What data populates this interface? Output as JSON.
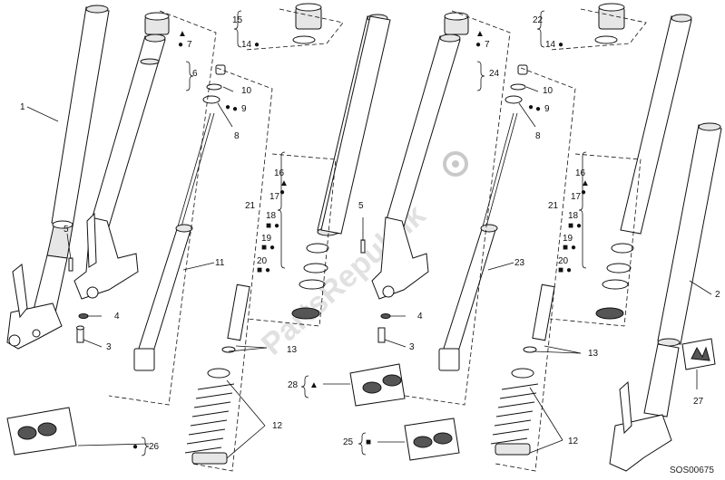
{
  "drawing_code": "SOS00675",
  "watermark": "PartsRepublik",
  "callouts": {
    "c1": "1",
    "c2": "2",
    "c3a": "3",
    "c3b": "3",
    "c4a": "4",
    "c4b": "4",
    "c5a": "5",
    "c5b": "5",
    "c6": "6",
    "c7a": "7",
    "c7b": "7",
    "c8a": "8",
    "c8b": "8",
    "c9a": "9",
    "c9b": "9",
    "c10a": "10",
    "c10b": "10",
    "c11": "11",
    "c12a": "12",
    "c12b": "12",
    "c13a": "13",
    "c13b": "13",
    "c14a": "14",
    "c14b": "14",
    "c15": "15",
    "c16a": "16",
    "c16b": "16",
    "c17a": "17",
    "c17b": "17",
    "c18a": "18",
    "c18b": "18",
    "c19a": "19",
    "c19b": "19",
    "c20a": "20",
    "c20b": "20",
    "c21a": "21",
    "c21b": "21",
    "c22": "22",
    "c23": "23",
    "c24": "24",
    "c25": "25",
    "c26": "26",
    "c27": "27",
    "c28": "28"
  },
  "symbols": {
    "triangle": "▲",
    "circle": "●",
    "square": "■"
  }
}
